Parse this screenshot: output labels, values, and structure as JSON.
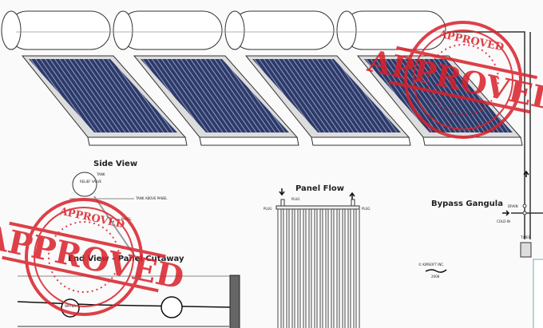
{
  "side_view": {
    "title": "Side View",
    "tank_label": "TANK",
    "relief_valve_label": "RELIEF VALVE",
    "tank_above_panel_label": "TANK ABOVE PANEL",
    "panel_label": "PANEL"
  },
  "end_view": {
    "title": "End View - Panel Cutaway",
    "water_label": "WATER"
  },
  "panel_flow": {
    "title": "Panel Flow",
    "plug_labels": [
      "PLUG",
      "PLUG",
      "PLUG"
    ]
  },
  "bypass": {
    "title": "Bypass Gangula",
    "drain_label": "DRAIN",
    "cold_in_label": "COLD-IN",
    "timer_label": "TIMER"
  },
  "copyright": {
    "company": "© KIMSOFT INC.",
    "year": "2008"
  },
  "stamps": {
    "text": "APPROVED",
    "color": "#d8202a"
  },
  "colors": {
    "panel_fill": "#2b3a6b",
    "panel_stripe": "#8a8fae",
    "line": "#333333"
  }
}
